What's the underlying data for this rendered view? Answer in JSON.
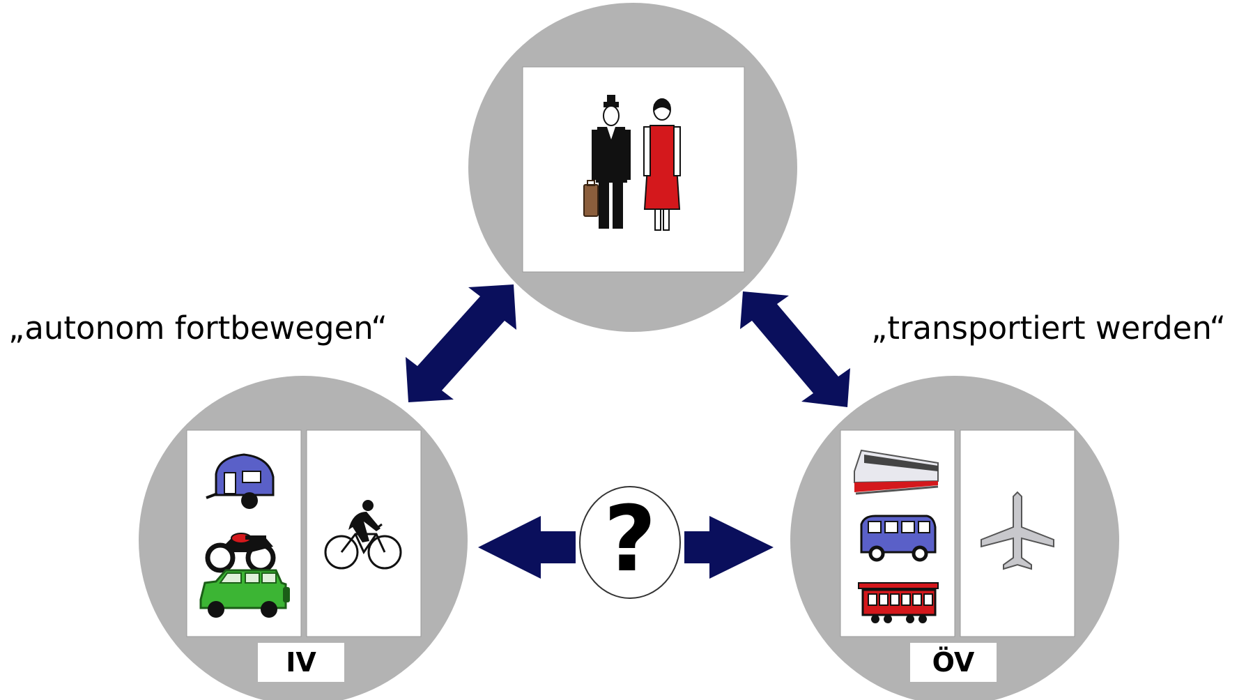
{
  "diagram": {
    "left_caption": "„autonom fortbewegen“",
    "right_caption": "„transportiert werden“",
    "left_group_label": "IV",
    "right_group_label": "ÖV",
    "center_symbol": "?",
    "colors": {
      "circle_fill": "#b3b3b3",
      "arrow": "#0a0f5c",
      "panel": "#ffffff"
    },
    "icons": {
      "people": [
        "businessman-icon",
        "woman-in-red-dress-icon"
      ],
      "individual_transport": [
        "caravan-icon",
        "motorcycle-icon",
        "suv-car-icon",
        "cyclist-icon"
      ],
      "public_transport": [
        "train-icon",
        "bus-icon",
        "tram-icon",
        "airplane-icon"
      ]
    }
  }
}
